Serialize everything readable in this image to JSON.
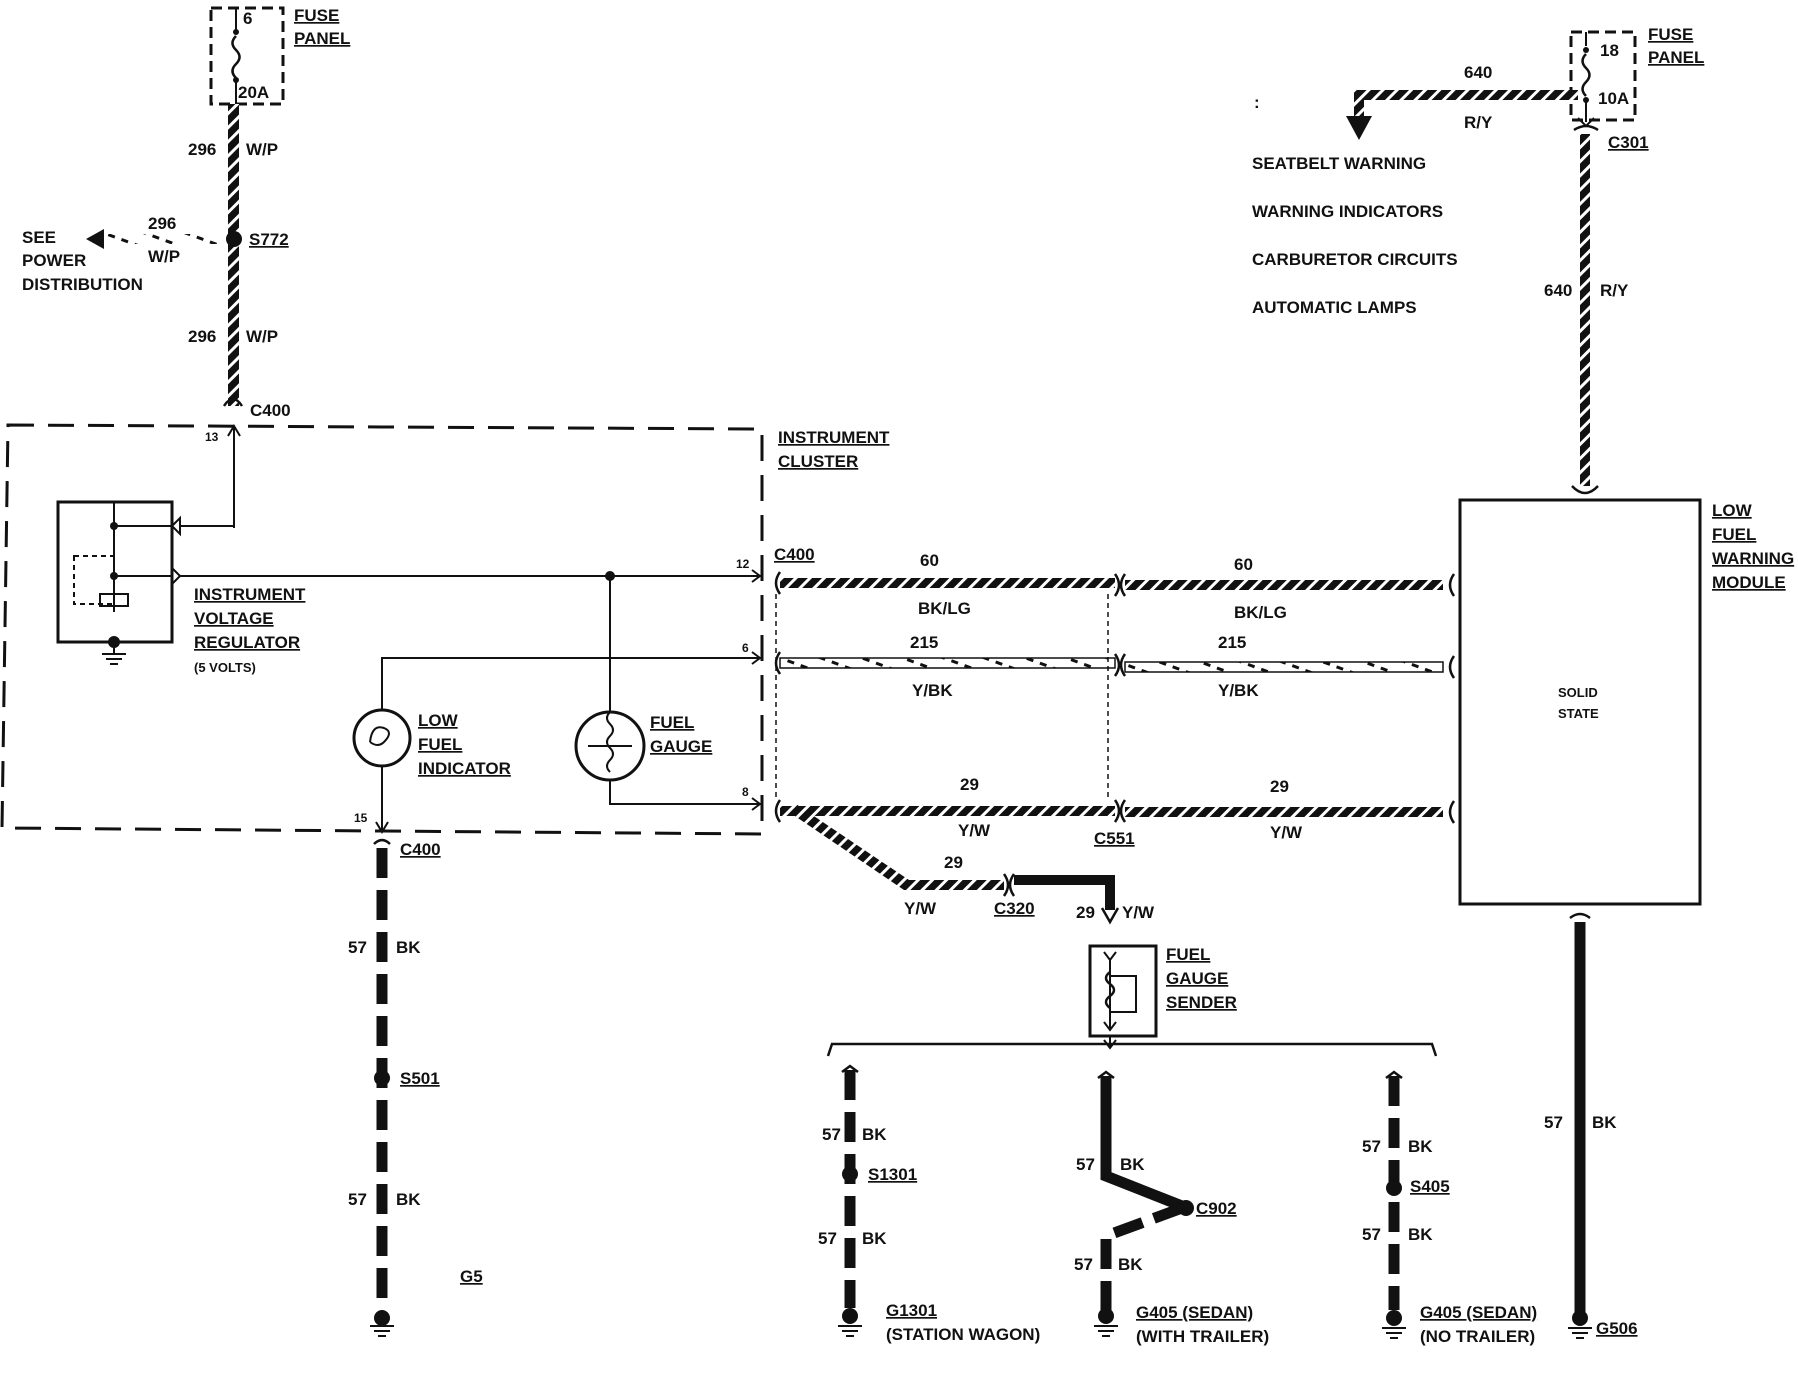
{
  "colors": {
    "ink": "#111111",
    "paper": "#ffffff"
  },
  "fuse_left": {
    "number": "6",
    "rating": "20A",
    "label_line1": "FUSE",
    "label_line2": "PANEL"
  },
  "fuse_right": {
    "number": "18",
    "rating": "10A",
    "label_line1": "FUSE",
    "label_line2": "PANEL"
  },
  "left_feed": {
    "upper_circuit": "296",
    "upper_color": "W/P",
    "lower_circuit": "296",
    "lower_color": "W/P",
    "splice": "S772",
    "branch_circuit": "296",
    "branch_color": "W/P",
    "see_line1": "SEE",
    "see_line2": "POWER",
    "see_line3": "DISTRIBUTION",
    "connector": "C400",
    "pin": "13"
  },
  "right_feed": {
    "top_circuit": "640",
    "top_color": "R/Y",
    "connector": "C301",
    "vert_circuit": "640",
    "vert_color": "R/Y",
    "colon_mark": ":",
    "destinations": [
      "SEATBELT WARNING",
      "WARNING INDICATORS",
      "CARBURETOR CIRCUITS",
      "AUTOMATIC LAMPS"
    ]
  },
  "cluster": {
    "label_line1": "INSTRUMENT",
    "label_line2": "CLUSTER",
    "regulator_line1": "INSTRUMENT",
    "regulator_line2": "VOLTAGE",
    "regulator_line3": "REGULATOR",
    "regulator_line4": "(5 VOLTS)",
    "low_fuel_line1": "LOW",
    "low_fuel_line2": "FUEL",
    "low_fuel_line3": "INDICATOR",
    "gauge_line1": "FUEL",
    "gauge_line2": "GAUGE",
    "connector_right": "C400",
    "pin_12": "12",
    "pin_6": "6",
    "pin_8": "8",
    "pin_15": "15",
    "connector_bottom": "C400"
  },
  "wires": {
    "w60_left": "60",
    "w60_left_color": "BK/LG",
    "w60_right": "60",
    "w60_right_color": "BK/LG",
    "w215_left": "215",
    "w215_left_color": "Y/BK",
    "w215_right": "215",
    "w215_right_color": "Y/BK",
    "w29_left": "29",
    "w29_left_color": "Y/W",
    "w29_right": "29",
    "w29_right_color": "Y/W",
    "c551": "C551",
    "branch_circuit": "29",
    "branch_color": "Y/W",
    "c320": "C320",
    "sender_circuit": "29",
    "sender_color": "Y/W"
  },
  "module": {
    "label_line1": "LOW",
    "label_line2": "FUEL",
    "label_line3": "WARNING",
    "label_line4": "MODULE",
    "inner_line1": "SOLID",
    "inner_line2": "STATE"
  },
  "sender": {
    "label_line1": "FUEL",
    "label_line2": "GAUGE",
    "label_line3": "SENDER"
  },
  "grounds": {
    "cluster_upper_circuit": "57",
    "cluster_upper_color": "BK",
    "cluster_splice": "S501",
    "cluster_lower_circuit": "57",
    "cluster_lower_color": "BK",
    "cluster_ground": "G5",
    "wagon_upper_circuit": "57",
    "wagon_upper_color": "BK",
    "wagon_splice": "S1301",
    "wagon_lower_circuit": "57",
    "wagon_lower_color": "BK",
    "wagon_ground": "G1301",
    "wagon_note": "(STATION WAGON)",
    "trailer_upper_circuit": "57",
    "trailer_upper_color": "BK",
    "trailer_connector": "C902",
    "trailer_lower_circuit": "57",
    "trailer_lower_color": "BK",
    "trailer_ground": "G405 (SEDAN)",
    "trailer_note": "(WITH TRAILER)",
    "notrailer_upper_circuit": "57",
    "notrailer_upper_color": "BK",
    "notrailer_splice": "S405",
    "notrailer_lower_circuit": "57",
    "notrailer_lower_color": "BK",
    "notrailer_ground": "G405 (SEDAN)",
    "notrailer_note": "(NO TRAILER)",
    "module_circuit": "57",
    "module_color": "BK",
    "module_ground": "G506"
  }
}
